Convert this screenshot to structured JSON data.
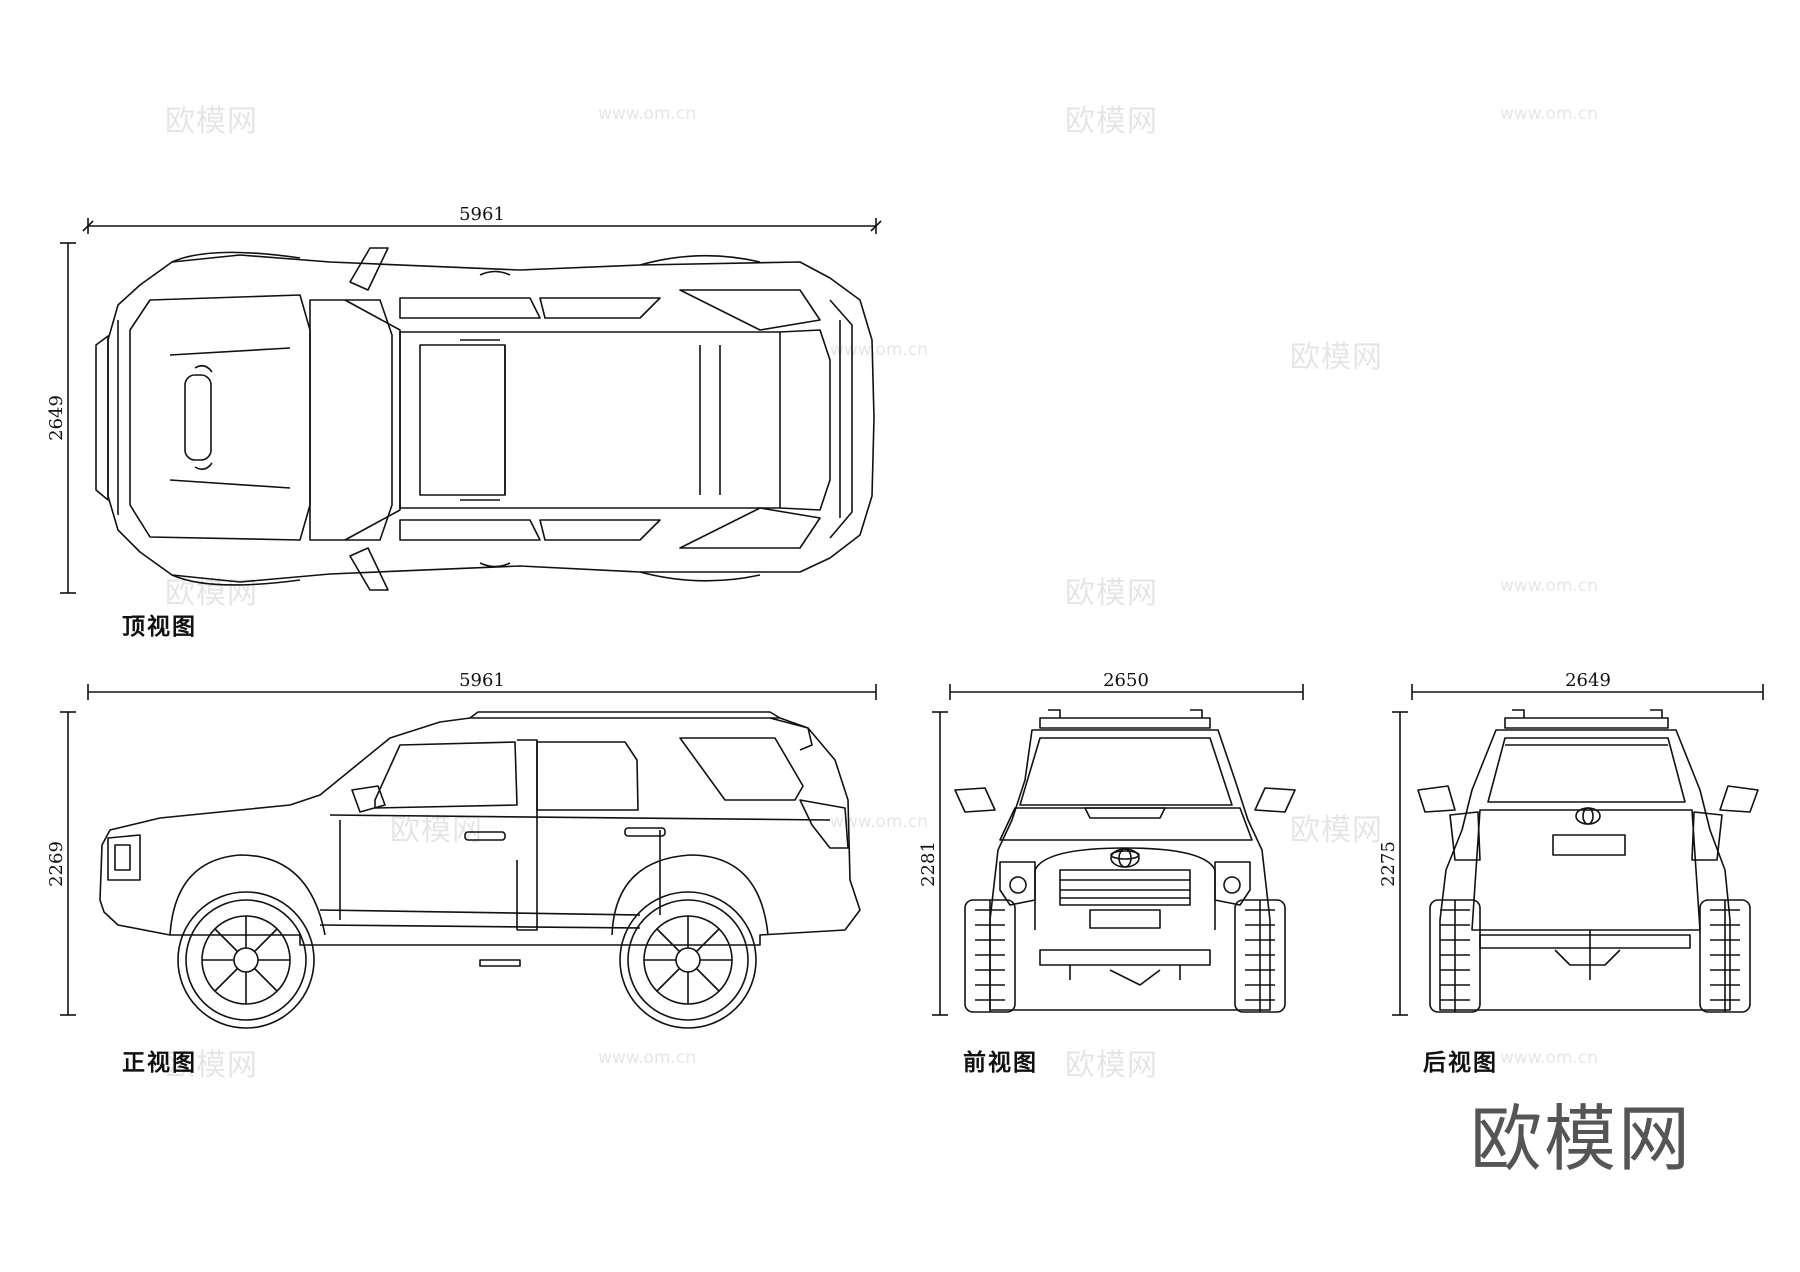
{
  "dimensions": {
    "top_length": "5961",
    "top_width": "2649",
    "side_length": "5961",
    "side_height": "2269",
    "front_width": "2650",
    "front_height": "2281",
    "rear_width": "2649",
    "rear_height": "2275"
  },
  "labels": {
    "top_view": "顶视图",
    "side_view": "正视图",
    "front_view": "前视图",
    "rear_view": "后视图"
  },
  "watermark": {
    "logo_text": "欧模网",
    "url_text": "www.om.cn"
  },
  "icons": [
    "toyota-emblem-icon"
  ]
}
